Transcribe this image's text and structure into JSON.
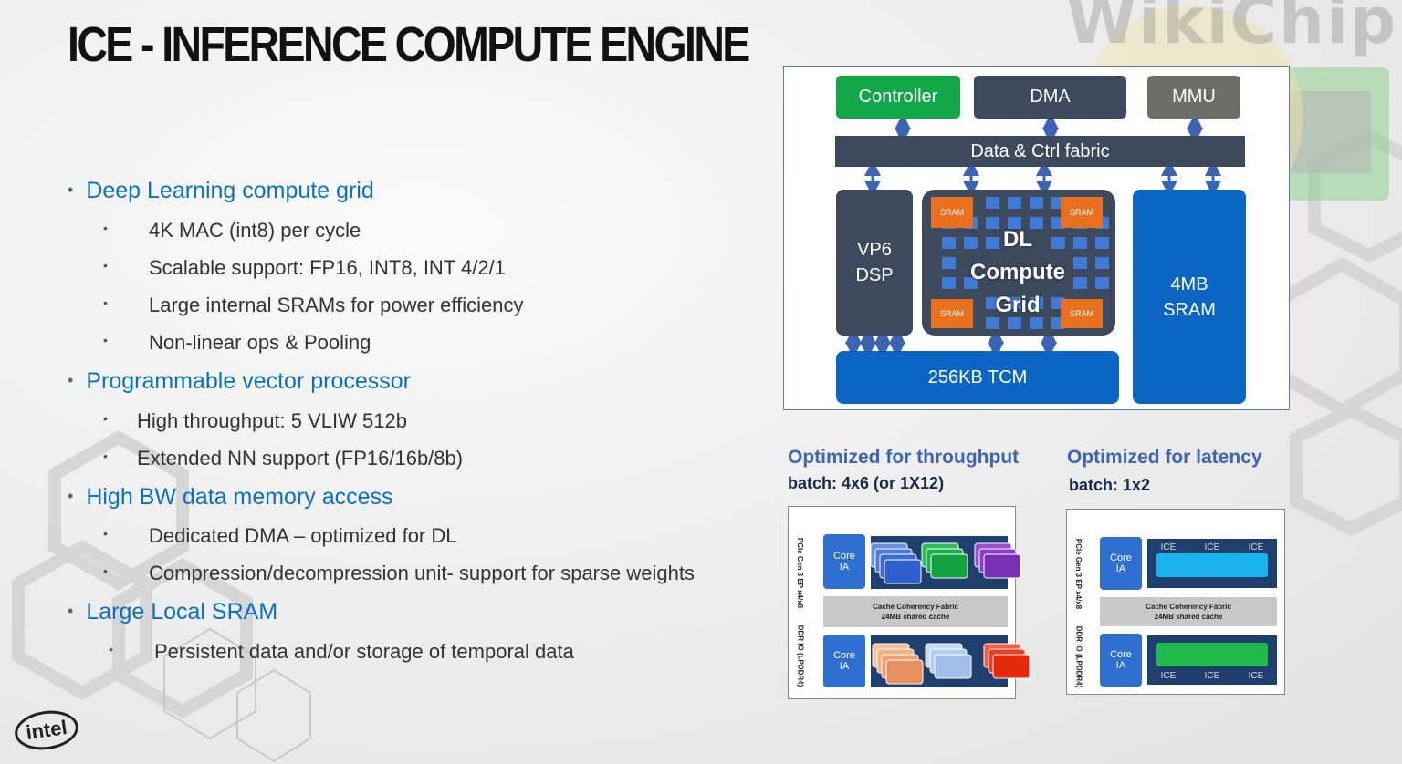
{
  "title": "ICE - INFERENCE COMPUTE ENGINE",
  "watermark": "WikiChip",
  "logo": "intel",
  "bullets": [
    {
      "text": "Deep Learning compute grid",
      "subs": [
        "4K MAC (int8) per cycle",
        "Scalable support: FP16, INT8, INT 4/2/1",
        "Large internal SRAMs for power efficiency",
        "Non-linear ops & Pooling"
      ]
    },
    {
      "text": "Programmable vector processor",
      "subs": [
        "High throughput: 5 VLIW 512b",
        "Extended NN support (FP16/16b/8b)"
      ]
    },
    {
      "text": "High BW data memory access",
      "subs": [
        "Dedicated DMA – optimized for DL",
        "Compression/decompression unit- support for sparse weights"
      ]
    },
    {
      "text": "Large Local SRAM",
      "subs": [
        "Persistent data and/or storage of temporal data"
      ]
    }
  ],
  "diagram": {
    "controller": "Controller",
    "dma": "DMA",
    "mmu": "MMU",
    "fabric": "Data & Ctrl fabric",
    "dsp_line1": "VP6",
    "dsp_line2": "DSP",
    "grid_line1": "DL",
    "grid_line2": "Compute",
    "grid_line3": "Grid",
    "sram_small": "SRAM",
    "sram_big_line1": "4MB",
    "sram_big_line2": "SRAM",
    "tcm": "256KB TCM"
  },
  "throughput": {
    "title": "Optimized for throughput",
    "batch": "batch: 4x6 (or 1X12)"
  },
  "latency": {
    "title": "Optimized for latency",
    "batch": "batch: 1x2"
  },
  "mini": {
    "core": "Core",
    "ia": "IA",
    "ice": "ICE",
    "fabric_line1": "Cache Coherency Fabric",
    "fabric_line2": "24MB shared cache",
    "pcie": "PCIe Gen 3 EP x4/x8",
    "ddr": "DDR IO (LPDDR4)"
  },
  "colors": {
    "accent_blue": "#0a6fc2",
    "controller_green": "#12a84a",
    "dark_slate": "#3d4a5e",
    "block_blue": "#0b66c3",
    "sram_orange": "#e8701f",
    "caption_blue": "#3e64b4"
  }
}
